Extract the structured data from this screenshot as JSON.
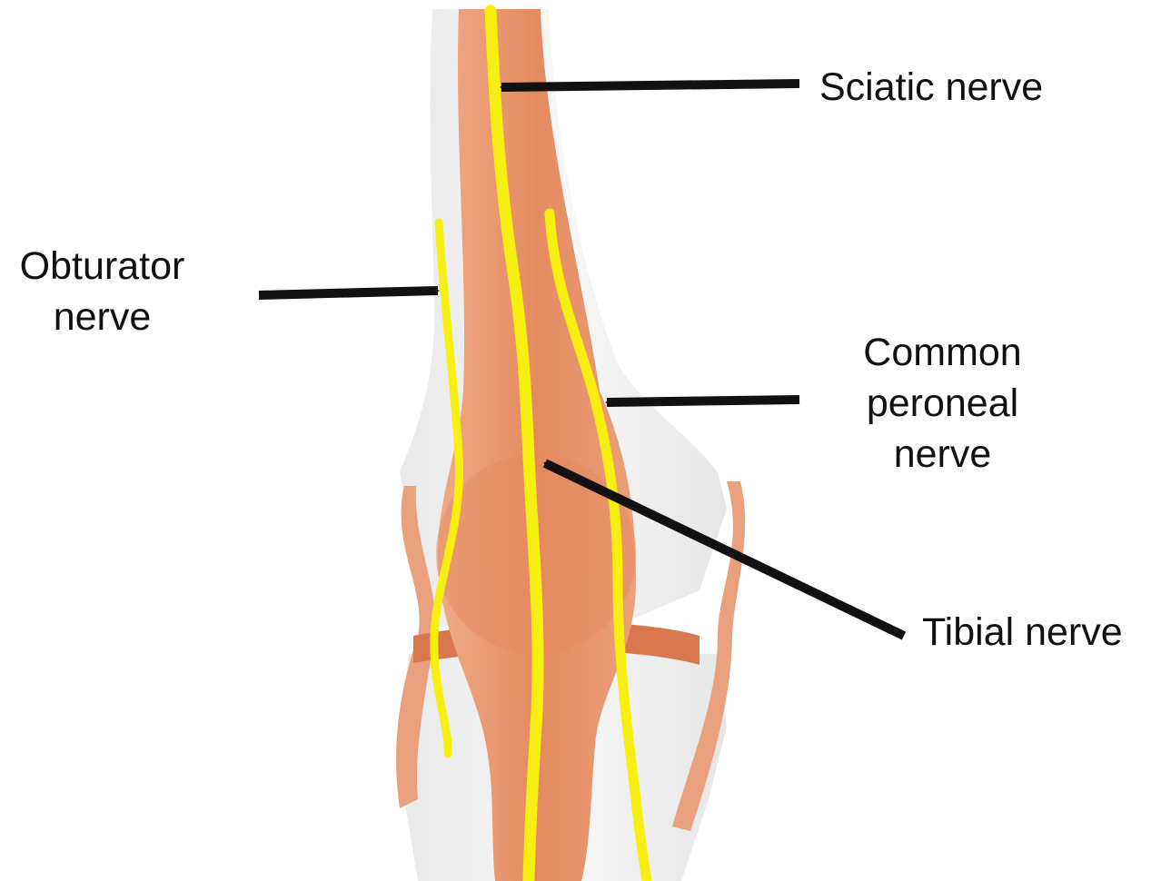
{
  "labels": {
    "sciatic": "Sciatic nerve",
    "obturator_line1": "Obturator",
    "obturator_line2": "nerve",
    "common_peroneal_line1": "Common",
    "common_peroneal_line2": "peroneal",
    "common_peroneal_line3": "nerve",
    "tibial": "Tibial nerve"
  },
  "colors": {
    "nerve": "#f7ee12",
    "muscle": "#e8946c",
    "muscle_dark": "#d9784e",
    "bone": "#eeeeee",
    "arrow": "#111111"
  }
}
